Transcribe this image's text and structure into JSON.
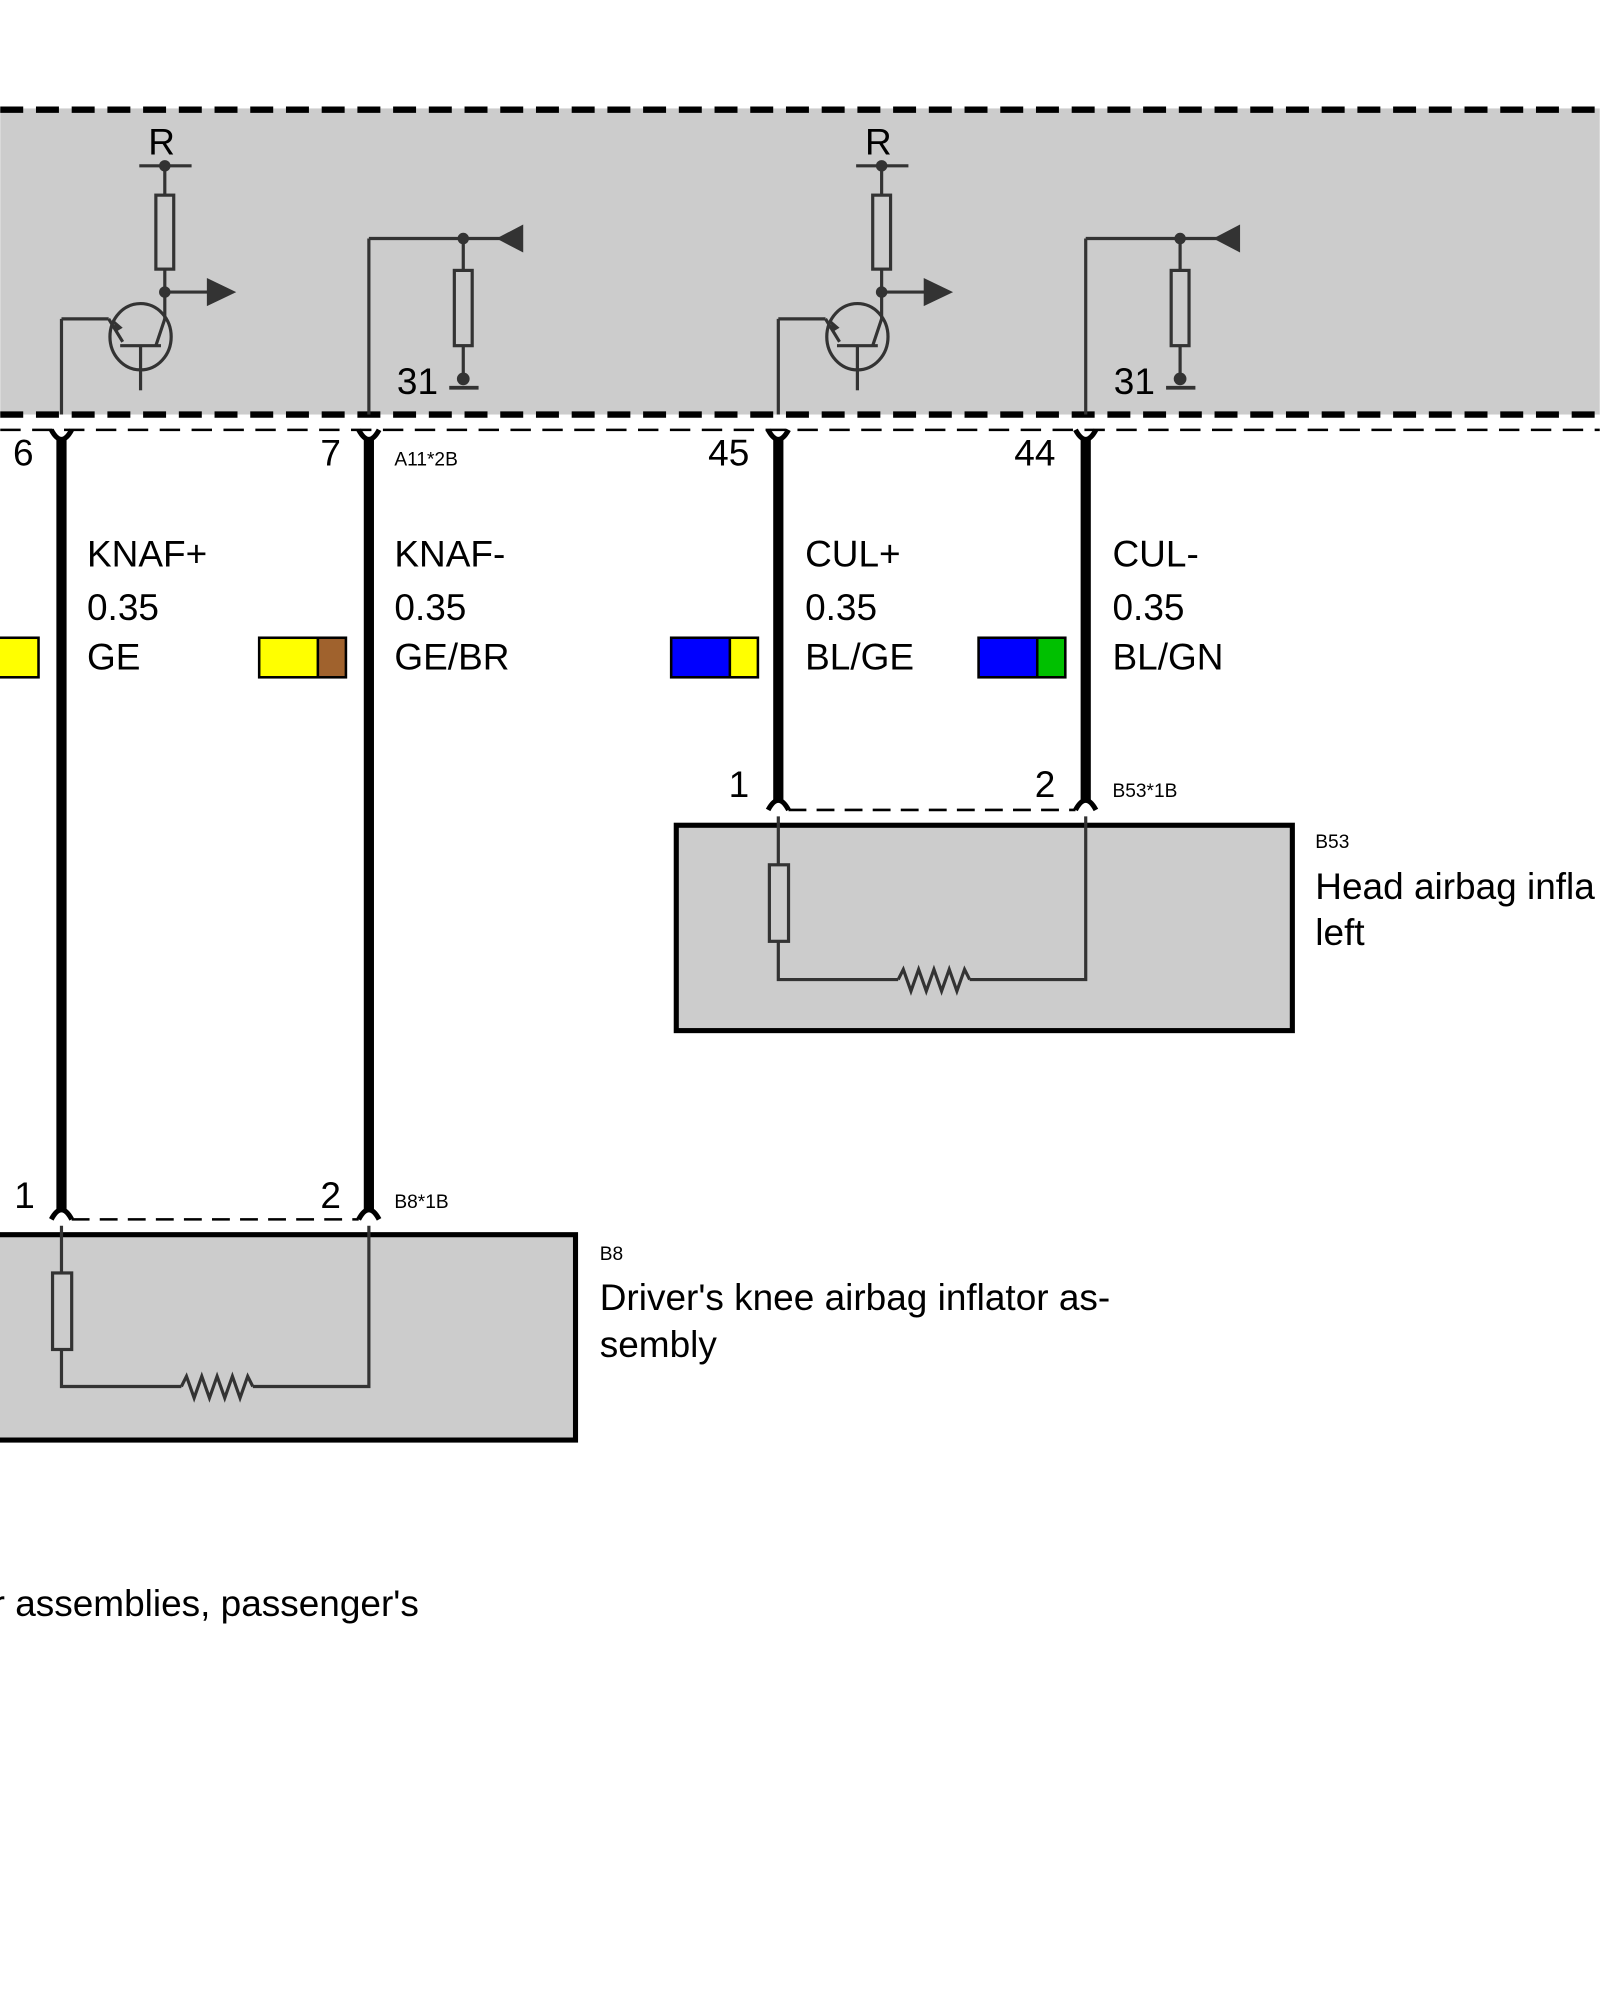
{
  "control_unit": {
    "connector": "A11*2B",
    "supply_label": "R",
    "ground_label": "31",
    "fill_color": "#cccccc"
  },
  "wires": [
    {
      "pin": "6",
      "signal": "KNAF+",
      "size": "0.35",
      "color_code": "GE",
      "colors": [
        "#ffff00"
      ]
    },
    {
      "pin": "7",
      "signal": "KNAF-",
      "size": "0.35",
      "color_code": "GE/BR",
      "colors": [
        "#ffff00",
        "#a0622d"
      ]
    },
    {
      "pin": "45",
      "signal": "CUL+",
      "size": "0.35",
      "color_code": "BL/GE",
      "colors": [
        "#0000ff",
        "#ffff00"
      ]
    },
    {
      "pin": "44",
      "signal": "CUL-",
      "size": "0.35",
      "color_code": "BL/GN",
      "colors": [
        "#0000ff",
        "#00c000"
      ]
    }
  ],
  "components": {
    "b53": {
      "id": "B53",
      "connector": "B53*1B",
      "pin1": "1",
      "pin2": "2",
      "name_line1": "Head airbag infla",
      "name_line2": "left"
    },
    "b8": {
      "id": "B8",
      "connector": "B8*1B",
      "pin1": "1",
      "pin2": "2",
      "name_line1": "Driver's knee airbag inflator as-",
      "name_line2": "sembly"
    }
  },
  "footer_text": "r assemblies, passenger's"
}
